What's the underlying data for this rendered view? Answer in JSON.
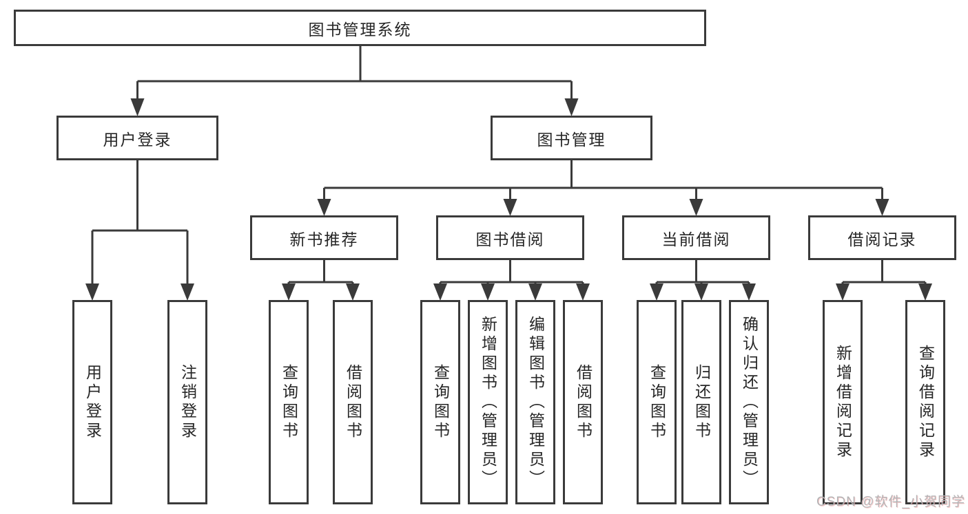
{
  "tree": {
    "root": {
      "label": "图书管理系统",
      "children": [
        {
          "label": "用户登录",
          "children": [
            {
              "label": "用户登录"
            },
            {
              "label": "注销登录"
            }
          ]
        },
        {
          "label": "图书管理",
          "children": [
            {
              "label": "新书推荐",
              "children": [
                {
                  "label": "查询图书"
                },
                {
                  "label": "借阅图书"
                }
              ]
            },
            {
              "label": "图书借阅",
              "children": [
                {
                  "label": "查询图书"
                },
                {
                  "label": "新增图书（管理员）"
                },
                {
                  "label": "编辑图书（管理员）"
                },
                {
                  "label": "借阅图书"
                }
              ]
            },
            {
              "label": "当前借阅",
              "children": [
                {
                  "label": "查询图书"
                },
                {
                  "label": "归还图书"
                },
                {
                  "label": "确认归还（管理员）"
                }
              ]
            },
            {
              "label": "借阅记录",
              "children": [
                {
                  "label": "新增借阅记录"
                },
                {
                  "label": "查询借阅记录"
                }
              ]
            }
          ]
        }
      ]
    }
  },
  "watermark": {
    "text": "CSDN @软件_小贺同学"
  },
  "colors": {
    "line": "#3a3a3a",
    "box_border": "#3a3a3a",
    "text": "#262626",
    "background": "#ffffff",
    "watermark": "#b3b4b6"
  }
}
